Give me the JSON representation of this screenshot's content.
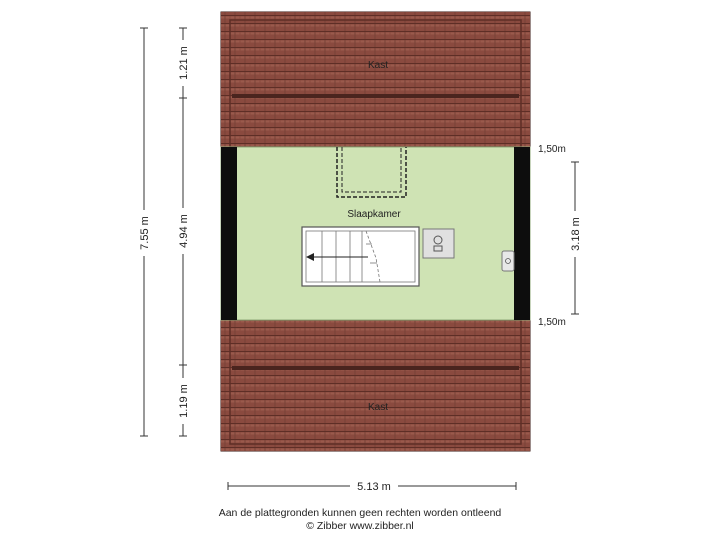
{
  "rooms": {
    "top": "Kast",
    "middle": "Slaapkamer",
    "bottom": "Kast"
  },
  "dimensions": {
    "total_height": "7.55 m",
    "top_kast_depth": "1.21 m",
    "room_depth": "4.94 m",
    "bottom_kast_depth": "1.19 m",
    "total_width": "5.13 m",
    "right_height": "3.18 m",
    "height_top": "1,50m",
    "height_bottom": "1,50m"
  },
  "footer": {
    "disclaimer": "Aan de plattegronden kunnen geen rechten worden ontleend",
    "copyright": "© Zibber www.zibber.nl"
  },
  "colors": {
    "roof_tile": "#8a4a3f",
    "floor": "#cfe3b4",
    "wall": "#0d0d0d",
    "stairs": "#ffffff",
    "dimension_line": "#333333"
  },
  "icons": [
    "boiler-icon",
    "radiator-icon",
    "stair-arrow-icon"
  ]
}
